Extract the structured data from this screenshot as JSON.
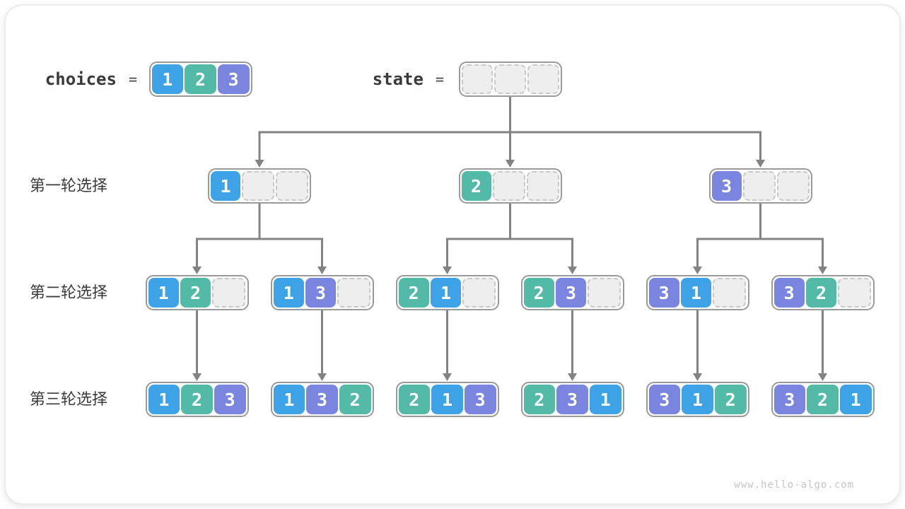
{
  "page": {
    "watermark": "www.hello-algo.com"
  },
  "palette": {
    "tile_1": "#3EA3E6",
    "tile_2": "#52BAA6",
    "tile_3": "#7A85E0",
    "empty_fill": "#EEEEEE",
    "empty_dash": "#C8C8C8",
    "box_border": "#9A9A9A",
    "arrow": "#838383",
    "text": "#3B3B3B",
    "watermark_color": "#C6C6C6"
  },
  "header": {
    "choices": {
      "label": "choices",
      "equals": "=",
      "cells": [
        "1",
        "2",
        "3"
      ]
    },
    "state": {
      "label": "state",
      "equals": "=",
      "cells": [
        null,
        null,
        null
      ]
    }
  },
  "rounds": [
    {
      "label": "第一轮选择",
      "nodes": [
        {
          "cells": [
            "1",
            null,
            null
          ],
          "children": [
            0,
            1
          ]
        },
        {
          "cells": [
            "2",
            null,
            null
          ],
          "children": [
            2,
            3
          ]
        },
        {
          "cells": [
            "3",
            null,
            null
          ],
          "children": [
            4,
            5
          ]
        }
      ]
    },
    {
      "label": "第二轮选择",
      "nodes": [
        {
          "cells": [
            "1",
            "2",
            null
          ],
          "children": [
            0
          ]
        },
        {
          "cells": [
            "1",
            "3",
            null
          ],
          "children": [
            1
          ]
        },
        {
          "cells": [
            "2",
            "1",
            null
          ],
          "children": [
            2
          ]
        },
        {
          "cells": [
            "2",
            "3",
            null
          ],
          "children": [
            3
          ]
        },
        {
          "cells": [
            "3",
            "1",
            null
          ],
          "children": [
            4
          ]
        },
        {
          "cells": [
            "3",
            "2",
            null
          ],
          "children": [
            5
          ]
        }
      ]
    },
    {
      "label": "第三轮选择",
      "nodes": [
        {
          "cells": [
            "1",
            "2",
            "3"
          ]
        },
        {
          "cells": [
            "1",
            "3",
            "2"
          ]
        },
        {
          "cells": [
            "2",
            "1",
            "3"
          ]
        },
        {
          "cells": [
            "2",
            "3",
            "1"
          ]
        },
        {
          "cells": [
            "3",
            "1",
            "2"
          ]
        },
        {
          "cells": [
            "3",
            "2",
            "1"
          ]
        }
      ]
    }
  ]
}
